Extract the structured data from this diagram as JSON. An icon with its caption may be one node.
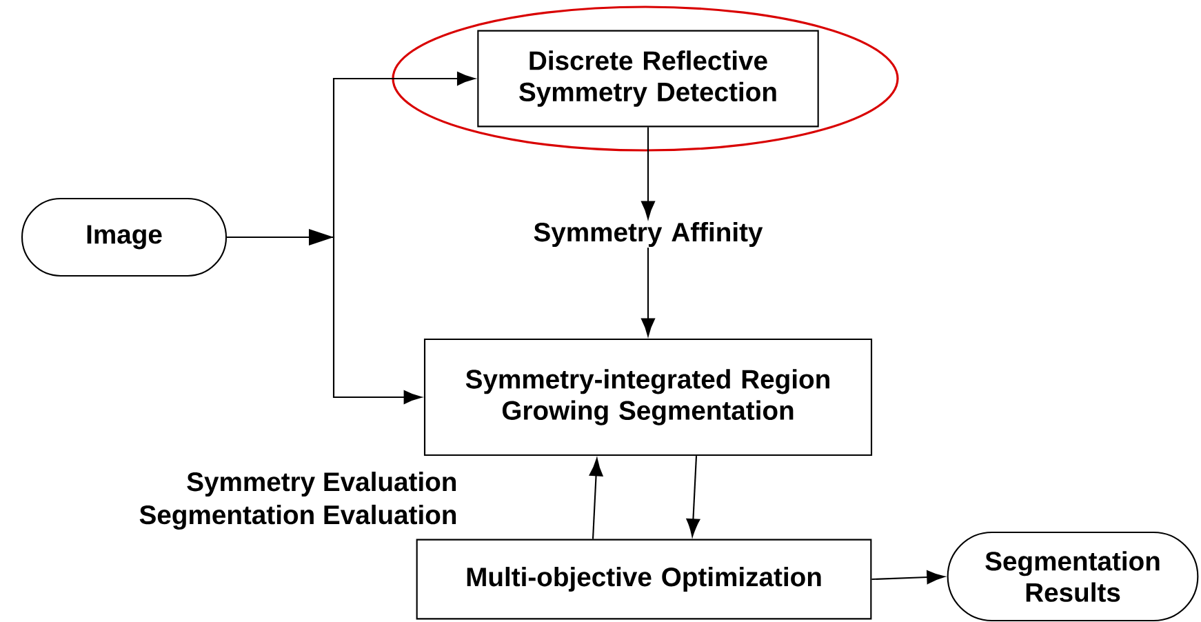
{
  "diagram": {
    "nodes": [
      {
        "text": [
          "Image"
        ]
      },
      {
        "text": [
          "Discrete Reflective Symmetry Detection"
        ]
      },
      {
        "text": [
          "Symmetry Affinity"
        ]
      },
      {
        "text": [
          "Symmetry-integrated Region Growing Segmentation"
        ]
      },
      {
        "text": [
          "Multi-objective Optimization"
        ]
      },
      {
        "text": [
          "Segmentation Results"
        ]
      }
    ],
    "edges": [
      {
        "from": 0,
        "to": 1,
        "arrow": "to"
      },
      {
        "from": 0,
        "to": 3,
        "arrow": "to"
      },
      {
        "from": 1,
        "to": 2,
        "arrow": "to"
      },
      {
        "from": 2,
        "to": 3,
        "arrow": "to"
      },
      {
        "from": 3,
        "to": 4,
        "arrow": "to"
      },
      {
        "from": 4,
        "to": 3,
        "arrow": "to"
      },
      {
        "from": 4,
        "to": 5,
        "arrow": "to"
      }
    ],
    "labels": [
      "Symmetry Evaluation",
      "Segmentation Evaluation"
    ]
  }
}
